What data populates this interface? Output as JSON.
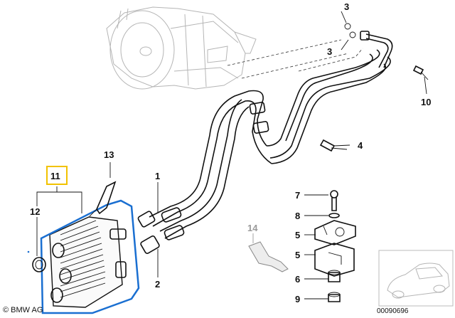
{
  "callouts": [
    {
      "id": "3a",
      "label": "3"
    },
    {
      "id": "3b",
      "label": "3"
    },
    {
      "id": "10",
      "label": "10"
    },
    {
      "id": "4",
      "label": "4"
    },
    {
      "id": "13",
      "label": "13"
    },
    {
      "id": "11",
      "label": "11"
    },
    {
      "id": "12",
      "label": "12"
    },
    {
      "id": "1",
      "label": "1"
    },
    {
      "id": "2",
      "label": "2"
    },
    {
      "id": "7",
      "label": "7"
    },
    {
      "id": "8",
      "label": "8"
    },
    {
      "id": "5a",
      "label": "5"
    },
    {
      "id": "5b",
      "label": "5"
    },
    {
      "id": "14",
      "label": "14"
    },
    {
      "id": "6",
      "label": "6"
    },
    {
      "id": "9",
      "label": "9"
    }
  ],
  "highlighted_part": "11",
  "highlight_color": "#f2c200",
  "selection_color": "#1a6fd1",
  "copyright": "© BMW AG",
  "diagram_number": "00090696"
}
